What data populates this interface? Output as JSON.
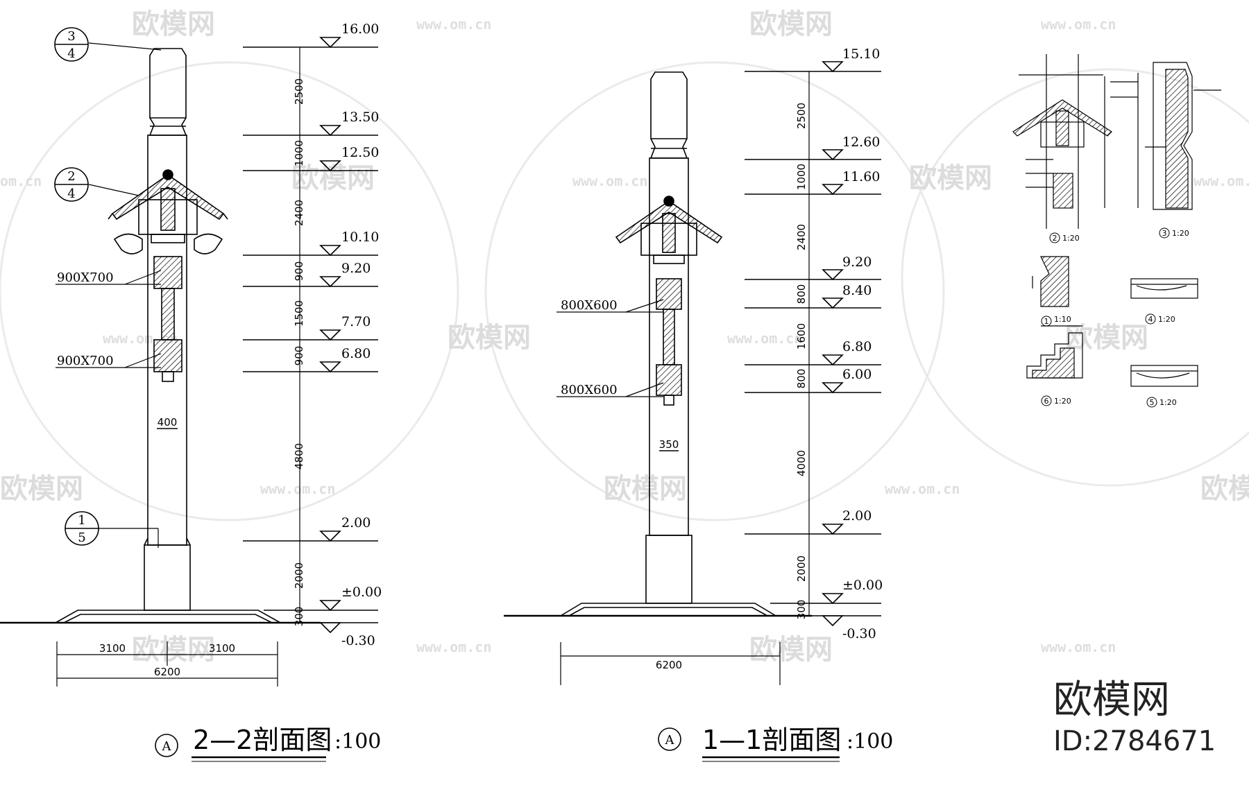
{
  "watermark": {
    "text": "欧模网",
    "url": "www.om.cn",
    "url_short": "om.cn"
  },
  "brand": {
    "name": "欧模网",
    "id": "ID:2784671"
  },
  "left_section": {
    "title": "2—2剖面图",
    "scale": ":100",
    "marker": "A",
    "callouts": [
      {
        "top": "3",
        "bottom": "4"
      },
      {
        "top": "2",
        "bottom": "4"
      },
      {
        "top": "1",
        "bottom": "5"
      }
    ],
    "labels": [
      "900X700",
      "900X700"
    ],
    "column_width": "400",
    "elevations": [
      "16.00",
      "13.50",
      "12.50",
      "10.10",
      "9.20",
      "7.70",
      "6.80",
      "2.00",
      "±0.00",
      "-0.30"
    ],
    "vertical_dims": [
      "2500",
      "1000",
      "2400",
      "900",
      "1500",
      "900",
      "4800",
      "2000",
      "300"
    ],
    "horizontal_dims": [
      "3100",
      "3100",
      "6200"
    ]
  },
  "middle_section": {
    "title": "1—1剖面图",
    "scale": ":100",
    "marker": "A",
    "labels": [
      "800X600",
      "800X600"
    ],
    "column_width": "350",
    "elevations": [
      "15.10",
      "12.60",
      "11.60",
      "9.20",
      "8.40",
      "6.80",
      "6.00",
      "2.00",
      "±0.00",
      "-0.30"
    ],
    "vertical_dims": [
      "2500",
      "1000",
      "2400",
      "800",
      "1600",
      "800",
      "4000",
      "2000",
      "300"
    ],
    "horizontal_dims": [
      "6200"
    ]
  },
  "details": [
    {
      "num": "2",
      "scale": "1:20"
    },
    {
      "num": "3",
      "scale": "1:20"
    },
    {
      "num": "1",
      "scale": "1:10"
    },
    {
      "num": "4",
      "scale": "1:20"
    },
    {
      "num": "6",
      "scale": "1:20"
    },
    {
      "num": "5",
      "scale": "1:20"
    }
  ]
}
